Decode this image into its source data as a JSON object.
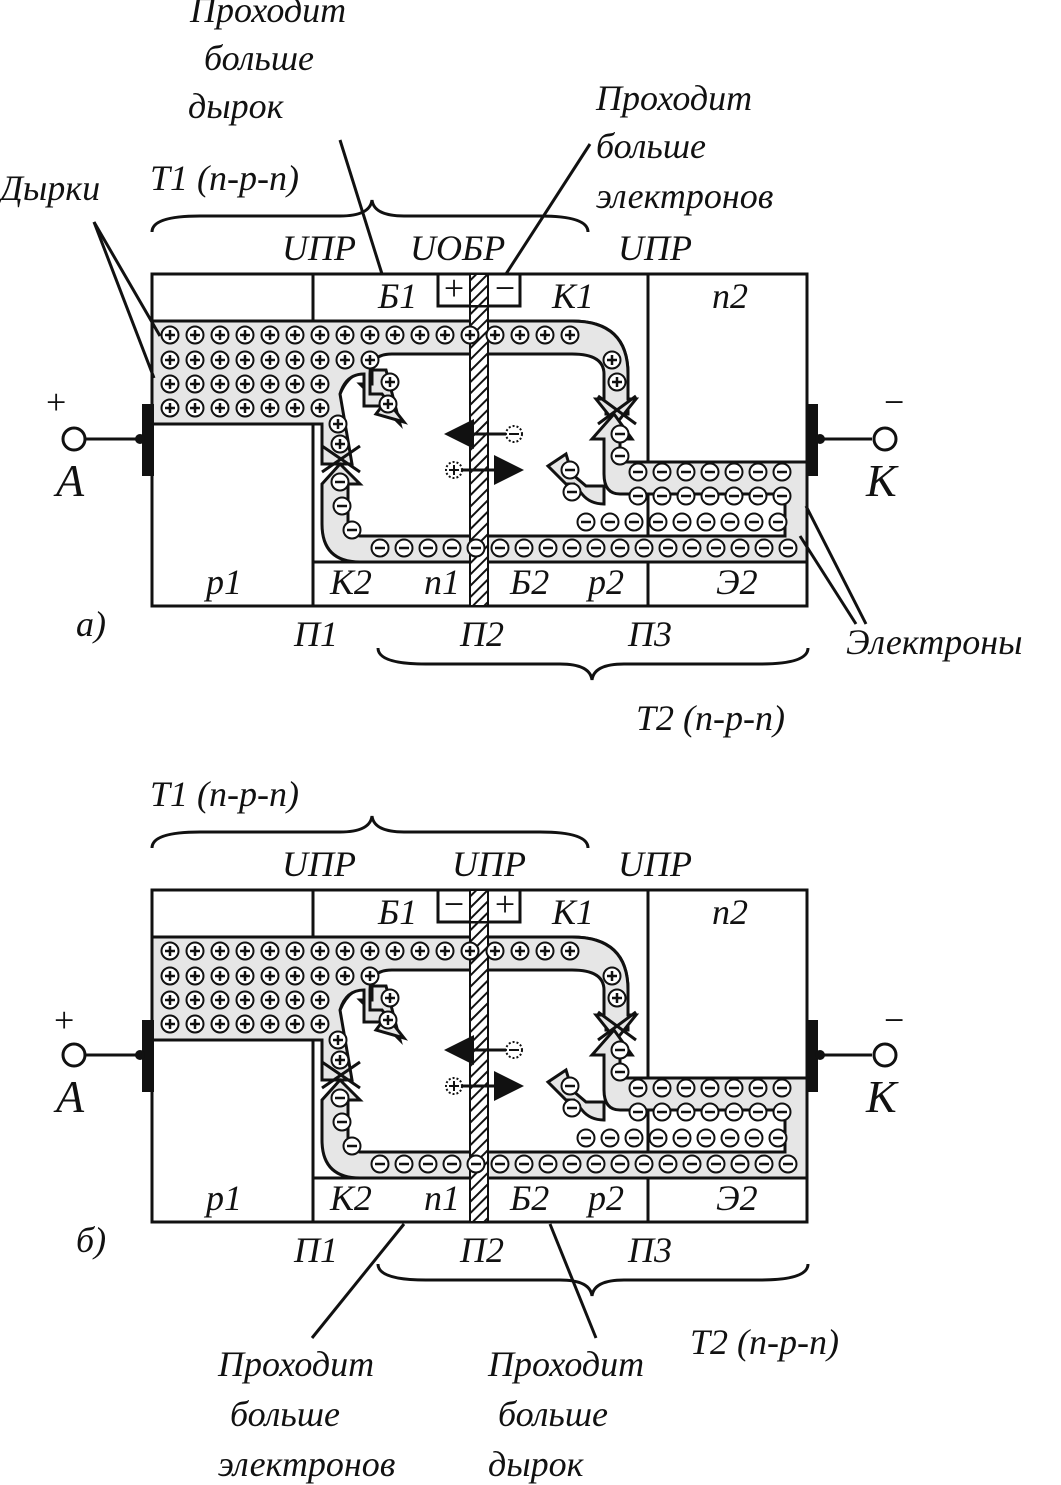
{
  "figure_a": {
    "caption": "а)",
    "note_holes_top": [
      "Проходит",
      "больше",
      "дырок"
    ],
    "note_electrons_top": [
      "Проходит",
      "больше",
      "электронов"
    ],
    "holes_label": "Дырки",
    "electrons_label": "Электроны",
    "t1_label": "T1 (n-p-n)",
    "t2_label": "T2 (n-p-n)",
    "u_left": "UПР",
    "u_mid": "UОБР",
    "u_right": "UПР",
    "mid_sign_left": "+",
    "mid_sign_right": "−"
  },
  "figure_b": {
    "caption": "б)",
    "t1_label": "T1 (n-p-n)",
    "t2_label": "T2 (n-p-n)",
    "u_left": "UПР",
    "u_mid": "UПР",
    "u_right": "UПР",
    "mid_sign_left": "−",
    "mid_sign_right": "+",
    "note_electrons_bottom": [
      "Проходит",
      "больше",
      "электронов"
    ],
    "note_holes_bottom": [
      "Проходит",
      "больше",
      "дырок"
    ]
  },
  "regions": {
    "b1": "Б1",
    "k1": "К1",
    "n2": "n2",
    "p1": "p1",
    "k2": "К2",
    "n1": "n1",
    "b2": "Б2",
    "p2": "p2",
    "e2": "Э2",
    "j1": "П1",
    "j2": "П2",
    "j3": "П3"
  },
  "terminals": {
    "anode": "A",
    "cathode": "K",
    "plus": "+",
    "minus": "−"
  },
  "colors": {
    "ink": "#111111",
    "fill": "#e6e6e6",
    "bg": "#ffffff"
  }
}
